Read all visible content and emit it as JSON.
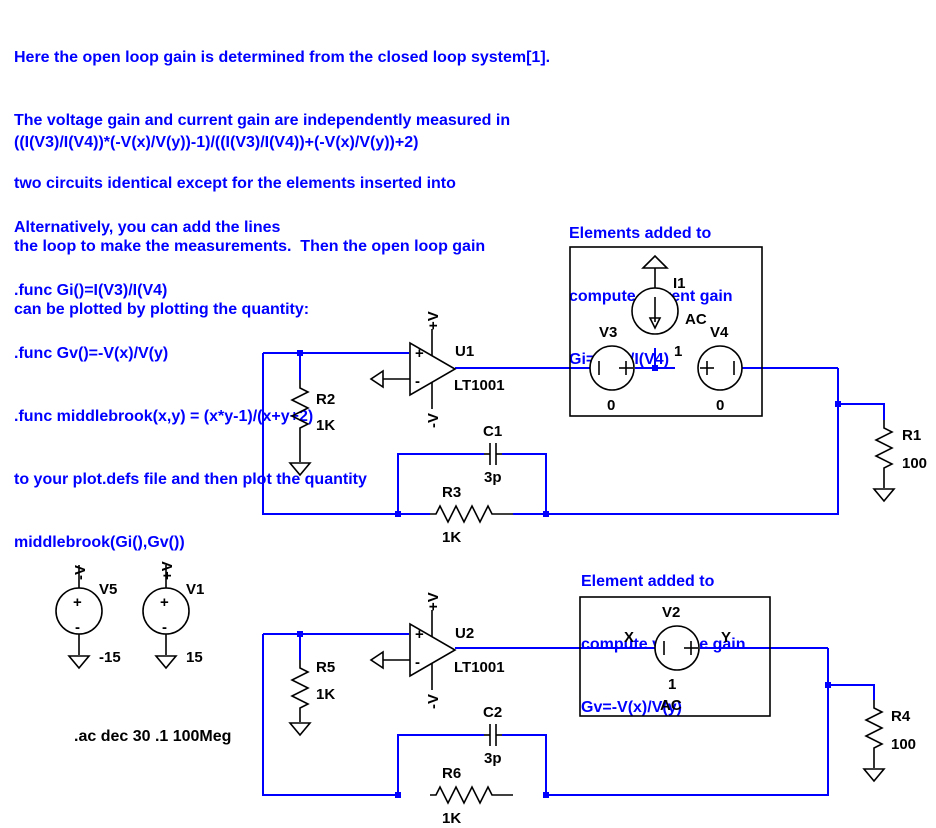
{
  "intro_lines": [
    "Here the open loop gain is determined from the closed loop system[1].",
    "The voltage gain and current gain are independently measured in",
    "two circuits identical except for the elements inserted into",
    "the loop to make the measurements.  Then the open loop gain",
    "can be plotted by plotting the quantity:"
  ],
  "formula": "((I(V3)/I(V4))*(-V(x)/V(y))-1)/((I(V3)/I(V4))+(-V(x)/V(y))+2)",
  "alt_lines": [
    "Alternatively, you can add the lines",
    ".func Gi()=I(V3)/I(V4)",
    ".func Gv()=-V(x)/V(y)",
    ".func middlebrook(x,y) = (x*y-1)/(x+y+2)",
    "to your plot.defs file and then plot the quantity",
    "middlebrook(Gi(),Gv())"
  ],
  "current_gain_note": [
    "Elements added to",
    "compute current gain",
    "Gi=I(V3)/I(V4)"
  ],
  "voltage_gain_note": [
    "Element added to",
    "compute voltage gain",
    "Gv=-V(x)/V(y)"
  ],
  "directive": ".ac dec 30 .1 100Meg",
  "labels": {
    "vplus": "+V",
    "vminus": "-V",
    "u1": "U1",
    "u1_model": "LT1001",
    "u2": "U2",
    "u2_model": "LT1001",
    "r1": "R1",
    "r1_val": "100",
    "r2": "R2",
    "r2_val": "1K",
    "r3": "R3",
    "r3_val": "1K",
    "r4": "R4",
    "r4_val": "100",
    "r5": "R5",
    "r5_val": "1K",
    "r6": "R6",
    "r6_val": "1K",
    "c1": "C1",
    "c1_val": "3p",
    "c2": "C2",
    "c2_val": "3p",
    "v1": "V1",
    "v1_val": "15",
    "v2": "V2",
    "v2_val": "1",
    "v2_ac": "AC",
    "v3": "V3",
    "v3_val": "0",
    "v4": "V4",
    "v4_val": "0",
    "v5": "V5",
    "v5_val": "-15",
    "i1": "I1",
    "i1_val": "1",
    "i1_ac": "AC",
    "node_x": "X",
    "node_y": "Y",
    "plus": "+",
    "minus": "-"
  },
  "colors": {
    "text": "#0000ff",
    "wire": "#0000ff",
    "symbol": "#000000"
  }
}
